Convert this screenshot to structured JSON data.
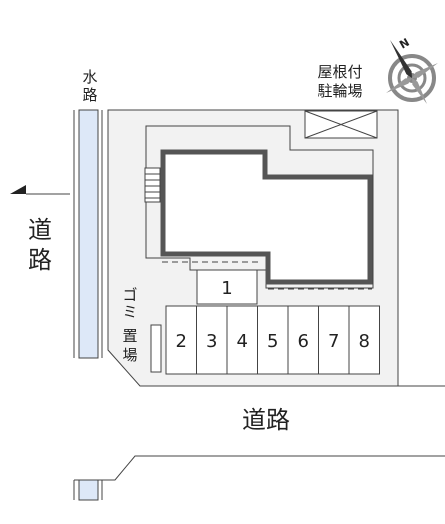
{
  "labels": {
    "waterway": [
      "水",
      "路"
    ],
    "road_west": [
      "道",
      "路"
    ],
    "road_south": "道路",
    "garbage": [
      "ゴ",
      "ミ",
      "置",
      "場"
    ],
    "bike_parking": [
      "屋根付",
      "駐輪場"
    ],
    "north": "N"
  },
  "parking_spaces": [
    "1",
    "2",
    "3",
    "4",
    "5",
    "6",
    "7",
    "8"
  ],
  "colors": {
    "lot": "#f2f2f2",
    "waterway": "#dde8f8",
    "building_outline": "#555555",
    "line": "#444444"
  },
  "icons": {
    "compass": "compass-rose-icon",
    "road_arrow": "triangle-arrow-icon"
  }
}
